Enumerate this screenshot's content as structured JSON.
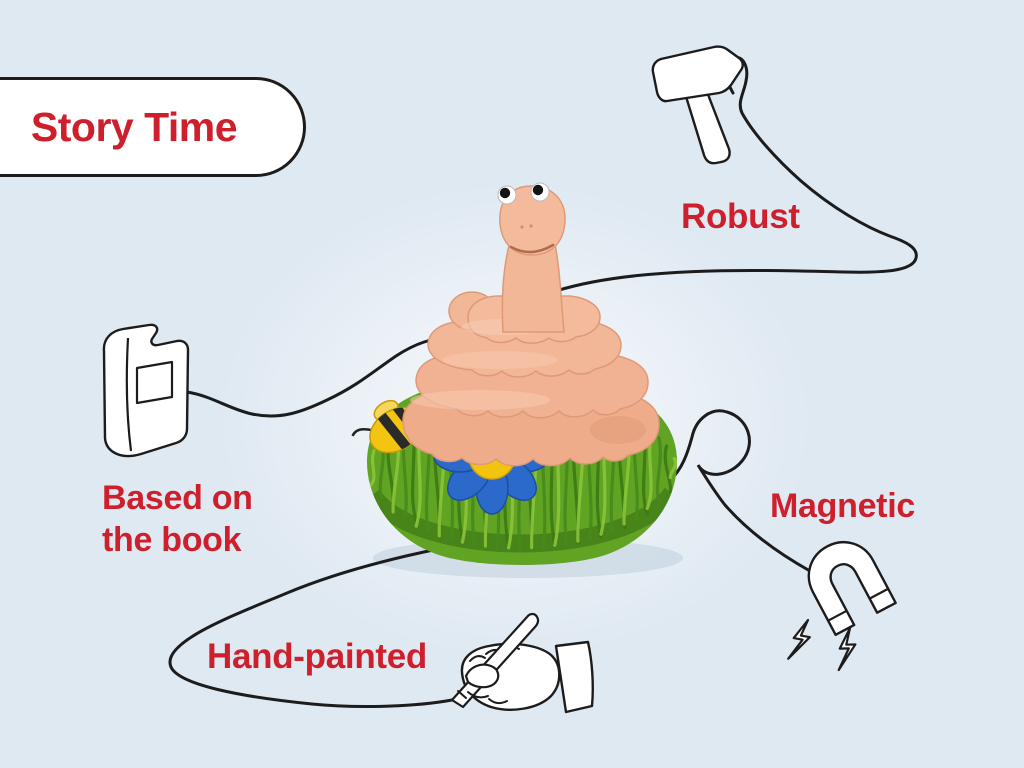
{
  "badge": {
    "label": "Story Time"
  },
  "features": [
    {
      "name": "robust",
      "label": "Robust",
      "icon": "hammer-icon"
    },
    {
      "name": "based-on-the-book",
      "label_line1": "Based on",
      "label_line2": "the book",
      "icon": "book-icon"
    },
    {
      "name": "magnetic",
      "label": "Magnetic",
      "icon": "magnet-icon"
    },
    {
      "name": "hand-painted",
      "label": "Hand-painted",
      "icon": "hand-paintbrush-icon"
    }
  ],
  "figure": {
    "name": "worm-on-grass-mound-figurine",
    "colors": {
      "worm": "#f0b293",
      "grass": "#61a424",
      "grass_dark": "#47891b",
      "flower_petals": "#2b69cb",
      "flower_center": "#f2c40e",
      "bee": "#f3c512"
    }
  },
  "style": {
    "background": "#dfe9f2",
    "accent_red": "#ce1f2d",
    "line_color": "#1c1c1c",
    "badge_fill": "#ffffff"
  }
}
